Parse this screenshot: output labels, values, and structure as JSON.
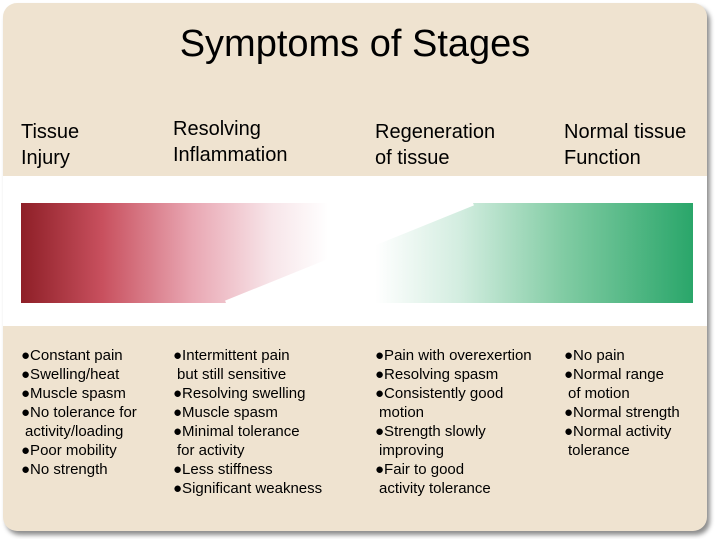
{
  "title": "Symptoms of Stages",
  "stages": [
    {
      "line1": "Tissue",
      "line2": "Injury"
    },
    {
      "line1": "Resolving",
      "line2": "Inflammation"
    },
    {
      "line1": "Regeneration",
      "line2": "of tissue"
    },
    {
      "line1": "Normal tissue",
      "line2": "Function"
    }
  ],
  "symptoms": [
    [
      "●Constant pain",
      "●Swelling/heat",
      "●Muscle spasm",
      "●No tolerance for",
      " activity/loading",
      "●Poor mobility",
      "●No strength"
    ],
    [
      "●Intermittent pain",
      " but still sensitive",
      "●Resolving swelling",
      "●Muscle spasm",
      "●Minimal tolerance",
      " for activity",
      "●Less stiffness",
      "●Significant weakness"
    ],
    [
      "●Pain with overexertion",
      "●Resolving spasm",
      "●Consistently good",
      " motion",
      "●Strength slowly",
      " improving",
      "●Fair to good",
      " activity tolerance"
    ],
    [
      "●No pain",
      "●Normal range",
      " of motion",
      "●Normal strength",
      "●Normal activity",
      " tolerance"
    ]
  ],
  "colors": {
    "background": "#efe3d0",
    "injury_red": "#8e1f27",
    "normal_green": "#2aa66a",
    "band": "#ffffff"
  }
}
